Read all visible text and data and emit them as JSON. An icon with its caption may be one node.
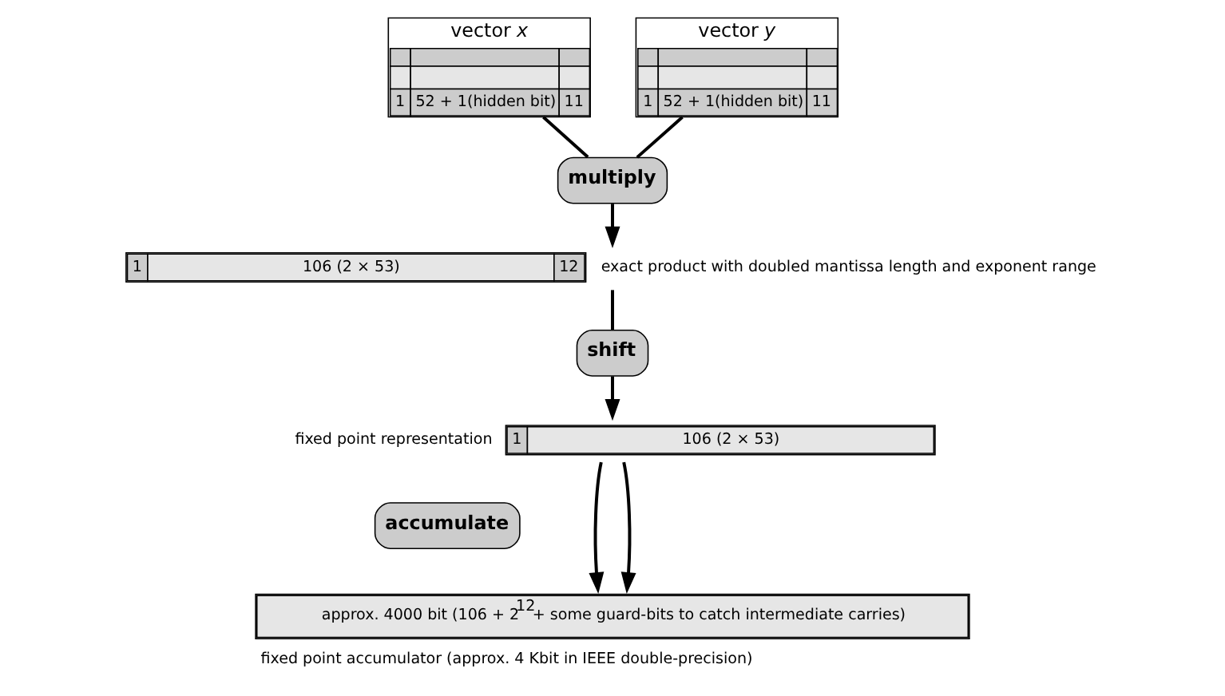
{
  "diagram": {
    "nodes": [
      {
        "text": [
          "vector *x*",
          "1",
          "52 + 1(hidden bit)",
          "11"
        ]
      },
      {
        "text": [
          "vector *y*",
          "1",
          "52 + 1(hidden bit)",
          "11"
        ]
      },
      {
        "text": [
          "multiply"
        ]
      },
      {
        "text": [
          "1",
          "106 (2 × 53)",
          "12"
        ],
        "beside": [
          "exact product with doubled mantissa length and exponent range"
        ]
      },
      {
        "text": [
          "shift"
        ]
      },
      {
        "text": [
          "1",
          "106 (2 × 53)"
        ],
        "beside": [
          "fixed point representation"
        ]
      },
      {
        "text": [
          "accumulate"
        ]
      },
      {
        "text": [
          "approx. 4000 bit (106 + 2$^{12}$+ some guard-bits to catch intermediate carries)"
        ],
        "beside": [
          "fixed point accumulator (approx. 4 Kbit in IEEE double-precision)"
        ]
      }
    ],
    "edges": [
      {
        "from": 0,
        "to": 2,
        "arrow": "none"
      },
      {
        "from": 1,
        "to": 2,
        "arrow": "none"
      },
      {
        "from": 2,
        "to": 3,
        "arrow": "to"
      },
      {
        "from": 3,
        "to": 4,
        "arrow": "none"
      },
      {
        "from": 4,
        "to": 5,
        "arrow": "to"
      },
      {
        "from": 5,
        "to": 7,
        "arrow": "to"
      },
      {
        "from": 5,
        "to": 7,
        "arrow": "to"
      }
    ]
  }
}
